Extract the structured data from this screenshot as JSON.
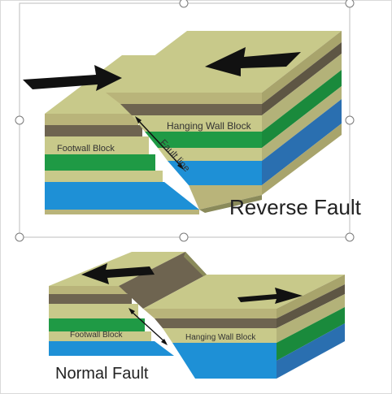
{
  "diagram": {
    "reverse": {
      "title": "Reverse Fault",
      "hanging_wall_label": "Hanging Wall Block",
      "footwall_label": "Footwall Block",
      "fault_line_label": "Fault line"
    },
    "normal": {
      "title": "Normal Fault",
      "footwall_label": "Footwall Block",
      "hanging_wall_label": "Hanging Wall Block"
    }
  },
  "colors": {
    "top_surface": "#c8c98a",
    "tan_layer": "#b9b47a",
    "brown_layer": "#6e6450",
    "green_layer": "#1f9a45",
    "blue_layer": "#1e90d6",
    "fault_face": "#8a8a5a",
    "arrow": "#111111",
    "selection_handle": "#7a7a7a"
  }
}
